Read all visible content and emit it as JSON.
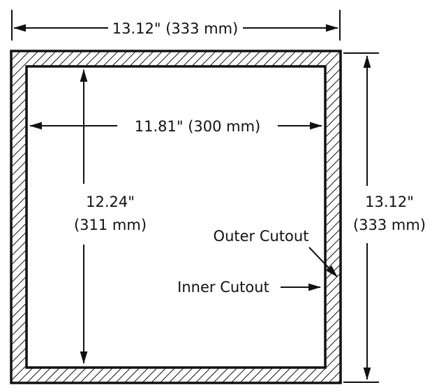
{
  "diagram": {
    "type": "technical-dimension-drawing",
    "dimensions": {
      "outer_width": "13.12\" (333 mm)",
      "outer_height_in": "13.12\"",
      "outer_height_mm": "(333 mm)",
      "inner_width": "11.81\" (300 mm)",
      "inner_height_in": "12.24\"",
      "inner_height_mm": "(311 mm)"
    },
    "labels": {
      "outer_cutout": "Outer Cutout",
      "inner_cutout": "Inner Cutout"
    },
    "colors": {
      "line": "#111111",
      "background": "#ffffff"
    }
  }
}
